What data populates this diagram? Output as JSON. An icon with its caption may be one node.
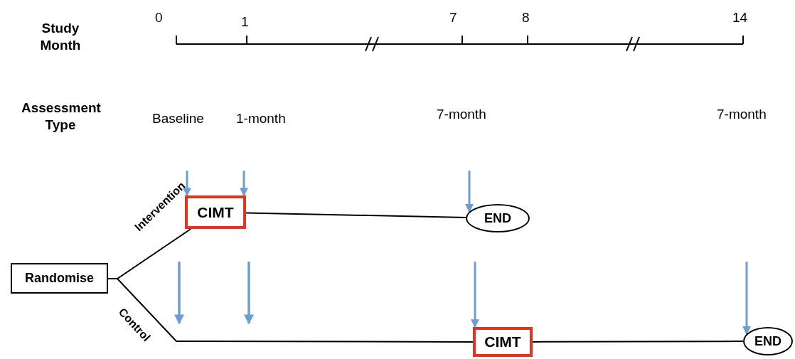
{
  "diagram": {
    "nodes": [
      {
        "text": [
          "Randomise"
        ]
      },
      {
        "text": [
          "CIMT"
        ]
      },
      {
        "text": [
          "END"
        ]
      },
      {
        "text": [
          "CIMT"
        ]
      },
      {
        "text": [
          "END"
        ]
      }
    ],
    "edges": [
      {
        "from": 0,
        "to": 1,
        "arrow": "none",
        "label": "Intervention",
        "color": "#000000"
      },
      {
        "from": 0,
        "to": 3,
        "arrow": "none",
        "label": "Control",
        "color": "#000000"
      },
      {
        "from": 1,
        "to": 2,
        "arrow": "none",
        "color": "#000000"
      },
      {
        "from": 3,
        "to": 4,
        "arrow": "none",
        "color": "#000000"
      },
      {
        "from": null,
        "to": 1,
        "arrow": "to"
      },
      {
        "from": null,
        "to": 1,
        "arrow": "to"
      },
      {
        "from": null,
        "to": 2,
        "arrow": "to"
      },
      {
        "from": null,
        "to": 3,
        "arrow": "to"
      },
      {
        "from": null,
        "to": 4,
        "arrow": "to"
      }
    ],
    "labels": [
      "Study Month",
      "0",
      "1",
      "7",
      "8",
      "14",
      "Assessment Type",
      "Baseline",
      "1-month",
      "7-month",
      "7-month"
    ]
  }
}
